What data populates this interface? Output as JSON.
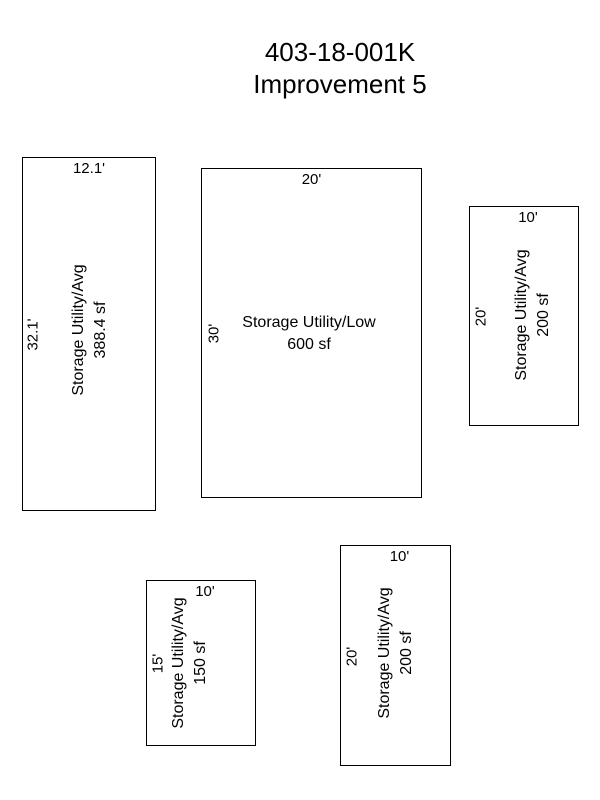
{
  "header": {
    "parcel_id": "403-18-001K",
    "improvement": "Improvement 5"
  },
  "buildings": [
    {
      "top_dim": "12.1'",
      "side_dim": "32.1'",
      "use": "Storage Utility/Avg",
      "area": "388.4 sf"
    },
    {
      "top_dim": "20'",
      "side_dim": "30'",
      "use": "Storage Utility/Low",
      "area": "600 sf"
    },
    {
      "top_dim": "10'",
      "side_dim": "20'",
      "use": "Storage Utility/Avg",
      "area": "200 sf"
    },
    {
      "top_dim": "10'",
      "side_dim": "15'",
      "use": "Storage Utility/Avg",
      "area": "150 sf"
    },
    {
      "top_dim": "10'",
      "side_dim": "20'",
      "use": "Storage Utility/Avg",
      "area": "200 sf"
    }
  ]
}
